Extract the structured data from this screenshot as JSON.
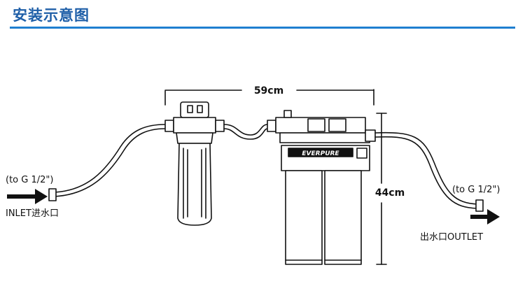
{
  "header": {
    "title": "安装示意图"
  },
  "diagram": {
    "width_label": "59cm",
    "height_label": "44cm",
    "inlet_fitting": "(to G 1/2\")",
    "inlet_label": "INLET进水口",
    "outlet_fitting": "(to G 1/2\")",
    "outlet_label": "出水口OUTLET",
    "brand_plate": "EVERPURE"
  }
}
